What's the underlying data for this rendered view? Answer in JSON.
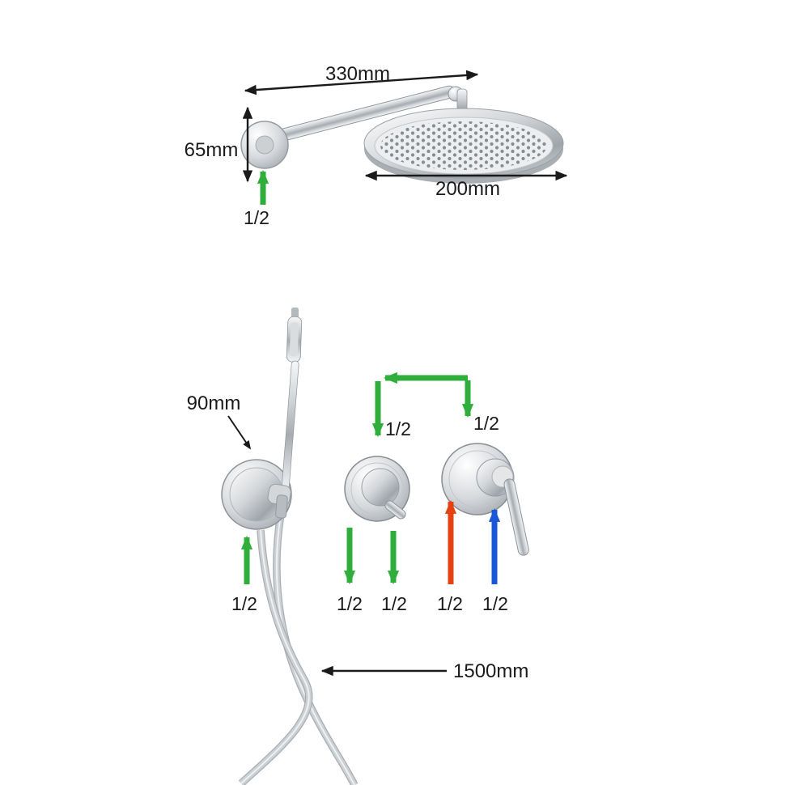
{
  "colors": {
    "dimension": "#1a1a1a",
    "inlet_green": "#2fae3b",
    "hot_red": "#e64111",
    "cold_blue": "#1a57d8"
  },
  "overhead_shower": {
    "arm_length": "330mm",
    "wall_offset": "65mm",
    "head_diameter": "200mm",
    "inlet_size": "1/2"
  },
  "hand_shower": {
    "holder_size": "90mm",
    "hose_length": "1500mm",
    "holder_inlet_size": "1/2",
    "top_connection_left": "1/2",
    "top_connection_right": "1/2",
    "valve1_outlet_left": "1/2",
    "valve1_outlet_right": "1/2",
    "hot_inlet_size": "1/2",
    "cold_inlet_size": "1/2"
  }
}
